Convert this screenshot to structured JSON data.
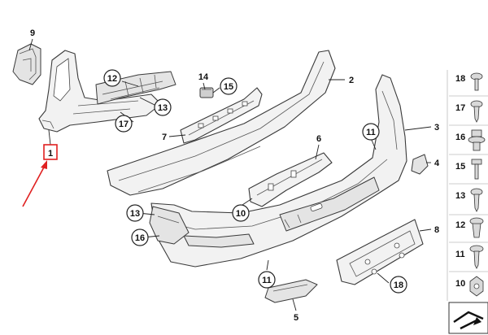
{
  "diagram": {
    "callouts_circled": [
      {
        "id": "c12",
        "label": "12"
      },
      {
        "id": "c13a",
        "label": "13"
      },
      {
        "id": "c17",
        "label": "17"
      },
      {
        "id": "c15",
        "label": "15"
      },
      {
        "id": "c11a",
        "label": "11"
      },
      {
        "id": "c10",
        "label": "10"
      },
      {
        "id": "c13b",
        "label": "13"
      },
      {
        "id": "c16",
        "label": "16"
      },
      {
        "id": "c11b",
        "label": "11"
      },
      {
        "id": "c18",
        "label": "18"
      }
    ],
    "callouts_plain": [
      {
        "id": "p9",
        "label": "9"
      },
      {
        "id": "p1",
        "label": "1"
      },
      {
        "id": "p14",
        "label": "14"
      },
      {
        "id": "p7",
        "label": "7"
      },
      {
        "id": "p2",
        "label": "2"
      },
      {
        "id": "p6",
        "label": "6"
      },
      {
        "id": "p3",
        "label": "3"
      },
      {
        "id": "p4",
        "label": "4"
      },
      {
        "id": "p8",
        "label": "8"
      },
      {
        "id": "p5",
        "label": "5"
      }
    ],
    "highlight": {
      "label": "1",
      "box_color": "#e02020",
      "arrow_color": "#e02020"
    },
    "legend": [
      {
        "label": "18",
        "icon": "round-head-screw-icon"
      },
      {
        "label": "17",
        "icon": "pan-head-screw-icon"
      },
      {
        "label": "16",
        "icon": "flange-nut-clip-icon"
      },
      {
        "label": "15",
        "icon": "bolt-icon"
      },
      {
        "label": "13",
        "icon": "tapping-screw-icon"
      },
      {
        "label": "12",
        "icon": "expanding-rivet-icon"
      },
      {
        "label": "11",
        "icon": "washer-screw-icon"
      },
      {
        "label": "10",
        "icon": "hex-nut-icon"
      }
    ],
    "footer_icon": "assembly-arrow-icon"
  }
}
